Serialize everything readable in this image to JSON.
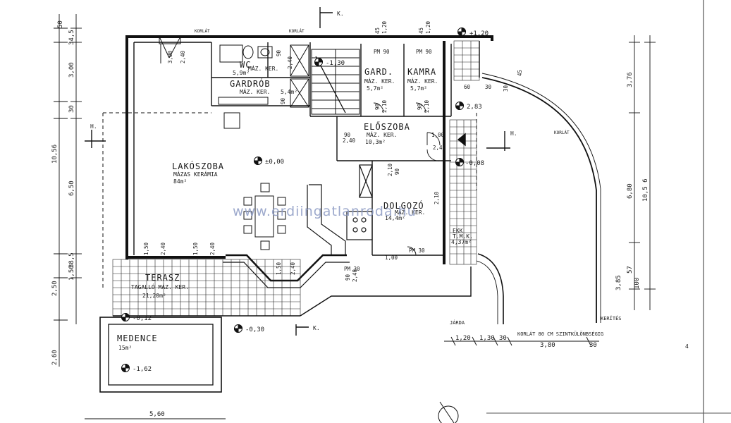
{
  "watermark": "www.erdiingatlanroda.hu",
  "rooms": {
    "living": {
      "name": "LAKÓSZOBA",
      "floor": "MÁZAS KERÁMIA",
      "area": "84m²"
    },
    "hall": {
      "name": "ELŐSZOBA",
      "floor": "MÁZ. KER.",
      "area": "10,3m²"
    },
    "wardrobe_room": {
      "name": "GARD.",
      "floor": "MÁZ. KER.",
      "area": "5,7m²"
    },
    "pantry": {
      "name": "KAMRA",
      "floor": "MÁZ. KER.",
      "area": "5,7m²"
    },
    "wardrobe": {
      "name": "GARDRÓB",
      "floor": "MÁZ. KER.",
      "area": "5,4m²"
    },
    "wc": {
      "name": "WC",
      "floor": "MÁZ. KER.",
      "area": "5,9m²"
    },
    "study": {
      "name": "DOLGOZÓ",
      "floor": "MÁZ. KER.",
      "area": "14,4m²"
    },
    "terrace": {
      "name": "TERASZ",
      "floor": "TAGALLÓ MÁZ. KER.",
      "area": "21,20m²"
    },
    "pool": {
      "name": "MEDENCE",
      "area": "15m²"
    },
    "utility": {
      "name": "EKK",
      "floor": "T.M.K.",
      "area": "4,37m²"
    }
  },
  "levels": {
    "living": "±0,00",
    "top_right": "+1,20",
    "stair": "-1,30",
    "terrace": "-0,12",
    "pool_edge": "-0,30",
    "pool_bottom": "-1,62",
    "side_1": "2,83",
    "side_2": "-0,08"
  },
  "section_marks": {
    "k_top": "K.",
    "k_bottom": "K.",
    "h_left": "H.",
    "h_right": "H."
  },
  "notes": {
    "railing_top": "KORLÁT",
    "railing_top_2": "KORLÁT",
    "railing_right": "KORLÁT",
    "fence": "KERÍTÉS",
    "sidewalk": "JÁRDA",
    "railing_note": "KORLÁT 80 CM SZINTKÜLÖNBSÉGIG",
    "corner_number": "4"
  },
  "dimensions_left": [
    "50",
    "34,5",
    "3,00",
    "30",
    "10,56",
    "6,50",
    "38,5",
    "1,50",
    "2,50",
    "2,60"
  ],
  "dimensions_right": [
    "3,76",
    "10,5 6",
    "6,80",
    "3,85",
    "57",
    "100"
  ],
  "dimensions_bottom_left": "5,60",
  "dimensions_bottom_right": [
    "1,20",
    "1,30",
    "30",
    "3,80",
    "30"
  ],
  "opening_labels": [
    "3,00",
    "2,40",
    "1,50",
    "2,40",
    "1,50",
    "2,40",
    "1,50",
    "2,40",
    "90",
    "2,40",
    "2,10",
    "90",
    "2,40",
    "1,00",
    "2,10",
    "90",
    "2,10",
    "90",
    "2,10",
    "PM 90",
    "PM 90",
    "PM 30",
    "PM 30",
    "45",
    "1,20",
    "45",
    "1,20",
    "60",
    "30",
    "1,00",
    "90",
    "90",
    "2,40",
    "90",
    "2,40",
    "30",
    "45"
  ]
}
